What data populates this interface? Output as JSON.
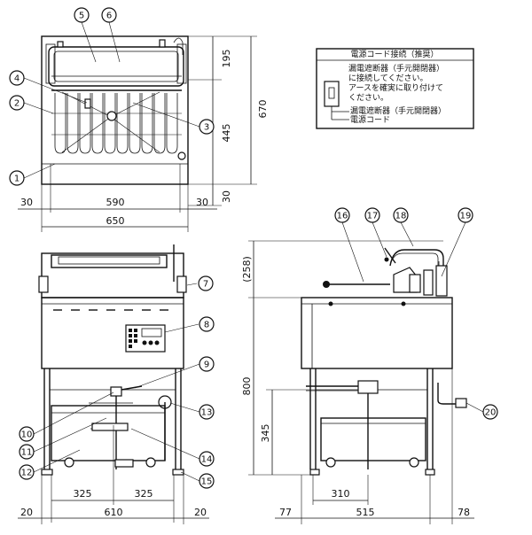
{
  "dimensions": {
    "top_view": {
      "d195": "195",
      "d670": "670",
      "d445": "445",
      "d30_right": "30",
      "d30_left": "30",
      "d590": "590",
      "d30_mid": "30",
      "d650": "650"
    },
    "front_view": {
      "d325_left": "325",
      "d325_right": "325",
      "d20_left": "20",
      "d610": "610",
      "d20_right": "20"
    },
    "side_view": {
      "d258": "(258)",
      "d800": "800",
      "d345": "345",
      "d310": "310",
      "d77": "77",
      "d515": "515",
      "d78": "78"
    }
  },
  "callouts": [
    "1",
    "2",
    "3",
    "4",
    "5",
    "6",
    "7",
    "8",
    "9",
    "10",
    "11",
    "12",
    "13",
    "14",
    "15",
    "16",
    "17",
    "18",
    "19",
    "20"
  ],
  "note_box": {
    "title": "電源コード接続（推奨）",
    "lines": [
      "漏電遮断器（手元開閉器）",
      "に接続してください。",
      "アースを確実に取り付けて",
      "ください。"
    ],
    "label_breaker": "漏電遮断器（手元開閉器）",
    "label_cord": "電源コード"
  }
}
